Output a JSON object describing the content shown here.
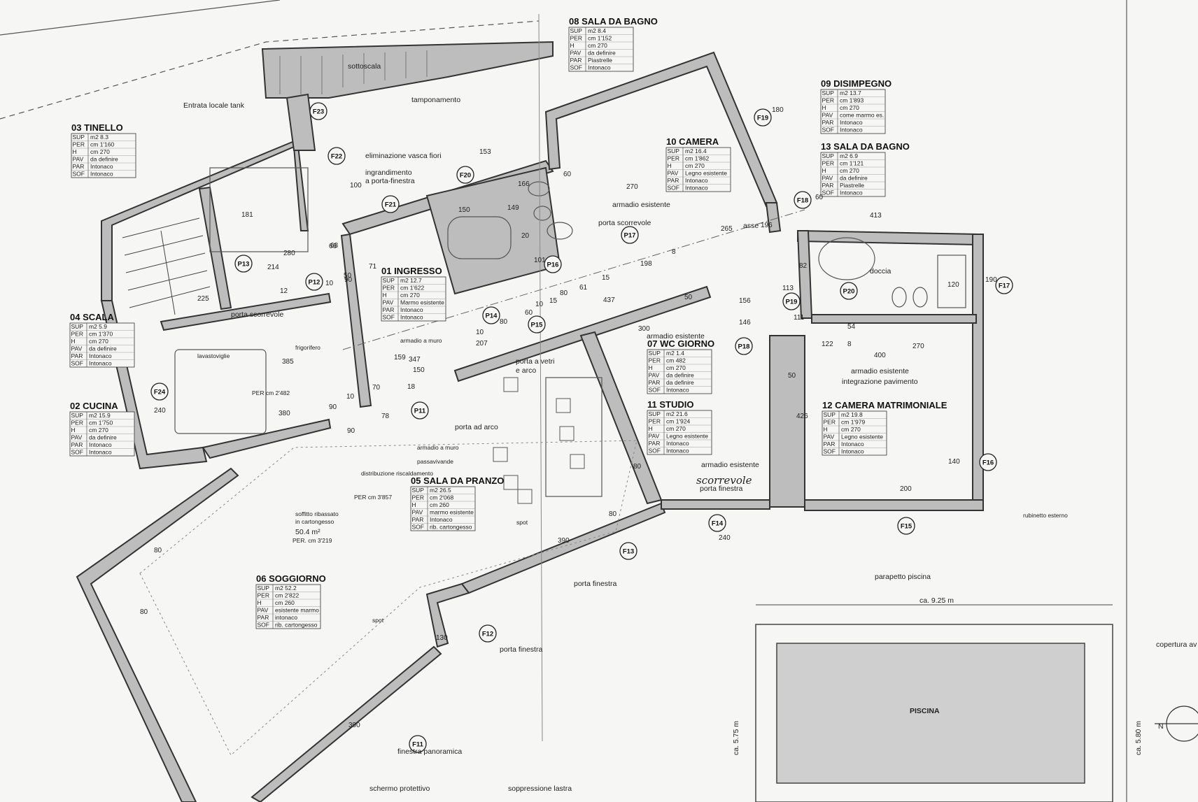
{
  "rooms": [
    {
      "id": "r01",
      "name": "01 INGRESSO",
      "sup": "m2 12.7",
      "per": "cm 1'622",
      "h": "cm 270",
      "pav": "Marmo esistente",
      "par": "Intonaco",
      "sof": "Intonaco"
    },
    {
      "id": "r02",
      "name": "02 CUCINA",
      "sup": "m2 15.9",
      "per": "cm 1'750",
      "h": "cm 270",
      "pav": "da definire",
      "par": "Intonaco",
      "sof": "Intonaco"
    },
    {
      "id": "r03",
      "name": "03 TINELLO",
      "sup": "m2 8.3",
      "per": "cm 1'160",
      "h": "cm 270",
      "pav": "da definire",
      "par": "Intonaco",
      "sof": "Intonaco"
    },
    {
      "id": "r04",
      "name": "04 SCALA",
      "sup": "m2 5.9",
      "per": "cm 1'370",
      "h": "cm 270",
      "pav": "da definire",
      "par": "Intonaco",
      "sof": "Intonaco"
    },
    {
      "id": "r05",
      "name": "05 SALA DA PRANZO",
      "sup": "m2 26.5",
      "per": "cm 2'068",
      "h": "cm 260",
      "pav": "marmo esistente",
      "par": "Intonaco",
      "sof": "rib. cartongesso"
    },
    {
      "id": "r06",
      "name": "06 SOGGIORNO",
      "sup": "m2 52.2",
      "per": "cm 2'822",
      "h": "cm 260",
      "pav": "esistente marmo",
      "par": "intonaco",
      "sof": "rib. cartongesso"
    },
    {
      "id": "r07",
      "name": "07 WC GIORNO",
      "sup": "m2 1.4",
      "per": "cm 482",
      "h": "cm 270",
      "pav": "da definire",
      "par": "da definire",
      "sof": "Intonaco"
    },
    {
      "id": "r08",
      "name": "08 SALA DA BAGNO",
      "sup": "m2 8.4",
      "per": "cm 1'152",
      "h": "cm 270",
      "pav": "da definire",
      "par": "Piastrelle",
      "sof": "Intonaco"
    },
    {
      "id": "r09",
      "name": "09 DISIMPEGNO",
      "sup": "m2 13.7",
      "per": "cm 1'893",
      "h": "cm 270",
      "pav": "come marmo es.",
      "par": "Intonaco",
      "sof": "Intonaco"
    },
    {
      "id": "r10",
      "name": "10 CAMERA",
      "sup": "m2 16.4",
      "per": "cm 1'862",
      "h": "cm 270",
      "pav": "Legno esistente",
      "par": "Intonaco",
      "sof": "Intonaco"
    },
    {
      "id": "r11",
      "name": "11 STUDIO",
      "sup": "m2 21.6",
      "per": "cm 1'924",
      "h": "cm 270",
      "pav": "Legno esistente",
      "par": "Intonaco",
      "sof": "Intonaco"
    },
    {
      "id": "r12",
      "name": "12 CAMERA MATRIMONIALE",
      "sup": "m2 19.8",
      "per": "cm 1'979",
      "h": "cm 270",
      "pav": "Legno esistente",
      "par": "Intonaco",
      "sof": "Intonaco"
    },
    {
      "id": "r13",
      "name": "13 SALA DA BAGNO",
      "sup": "m2 6.9",
      "per": "cm 1'121",
      "h": "cm 270",
      "pav": "da definire",
      "par": "Piastrelle",
      "sof": "Intonaco"
    }
  ],
  "fields": {
    "sup": "SUP",
    "per": "PER",
    "h": "H",
    "pav": "PAV",
    "par": "PAR",
    "sof": "SOF"
  },
  "tags": [
    "F11",
    "F12",
    "F13",
    "F14",
    "F15",
    "F16",
    "F17",
    "F18",
    "F19",
    "F20",
    "F21",
    "F22",
    "F23",
    "F24",
    "P11",
    "P12",
    "P13",
    "P14",
    "P15",
    "P16",
    "P17",
    "P18",
    "P19",
    "P20"
  ],
  "labels": {
    "sottoscala": "sottoscala",
    "tamponamento": "tamponamento",
    "entrata": "Entrata locale tank",
    "eliminazione": "eliminazione vasca fiori",
    "ingrandimento": "ingrandimento",
    "porta_finestra_a": "a porta-finestra",
    "porta_scorrevole": "porta scorrevole",
    "porta_scorrevole2": "porta scorrevole",
    "lavastoviglie": "lavastoviglie",
    "frigorifero": "frigorifero",
    "armadio_muro": "armadio a muro",
    "armadio_muro2": "armadio a muro",
    "porta_vetri": "porta a vetri",
    "e_arco": "e arco",
    "porta_arco": "porta ad arco",
    "passavivande": "passavivande",
    "distribuzione": "distribuzione riscaldamento",
    "per_pranzo": "PER cm 3'857",
    "per_cucina": "PER cm 2'482",
    "soffitto": "soffitto ribassato",
    "cartongesso": "in cartongesso",
    "area": "50.4 m²",
    "per_sogg": "PER. cm 3'219",
    "spot": "spot",
    "spot2": "spot",
    "porta_finestra1": "porta finestra",
    "porta_finestra2": "porta finestra",
    "porta_finestra3": "porta finestra",
    "finestra_panoramica": "finestra panoramica",
    "schermo": "schermo protettivo",
    "soppressione": "soppressione lastra",
    "armadio_esistente1": "armadio esistente",
    "armadio_esistente2": "armadio esistente",
    "armadio_esistente3": "armadio esistente",
    "armadio_esistente4": "armadio esistente",
    "asse": "asse",
    "doccia": "doccia",
    "integrazione": "integrazione pavimento",
    "rubinetto": "rubinetto esterno",
    "parapetto": "parapetto piscina",
    "piscina": "PISCINA",
    "width_pool": "ca. 9.25 m",
    "len_left": "ca. 5.75 m",
    "len_right": "ca. 5.80 m",
    "copertura": "copertura av",
    "scorrevole_hand": "scorrevole",
    "north": "N"
  },
  "dims": [
    "153",
    "166",
    "60",
    "270",
    "150",
    "149",
    "20",
    "101",
    "100",
    "66",
    "68",
    "71",
    "50",
    "90",
    "280",
    "214",
    "12",
    "10",
    "181",
    "225",
    "385",
    "380",
    "240",
    "90",
    "10",
    "70",
    "78",
    "90",
    "159",
    "347",
    "150",
    "207",
    "10",
    "18",
    "80",
    "60",
    "10",
    "15",
    "80",
    "61",
    "15",
    "198",
    "8",
    "265",
    "196",
    "437",
    "300",
    "50",
    "146",
    "156",
    "111",
    "82",
    "113",
    "413",
    "190",
    "120",
    "54",
    "122",
    "8",
    "400",
    "270",
    "50",
    "426",
    "140",
    "200",
    "240",
    "80",
    "390",
    "80",
    "80",
    "80",
    "130",
    "390",
    "180",
    "60"
  ]
}
